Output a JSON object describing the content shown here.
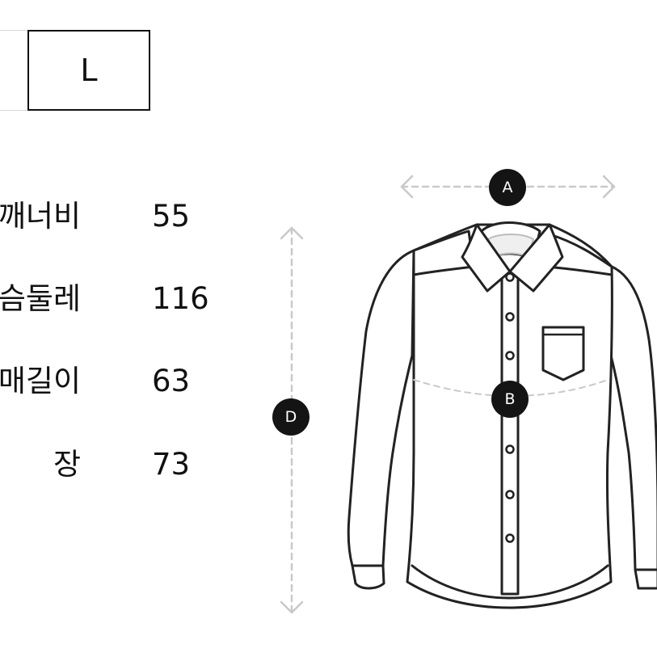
{
  "size_selector": {
    "selected": "L"
  },
  "measurements": [
    {
      "label": "깨너비",
      "value": "55"
    },
    {
      "label": "슴둘레",
      "value": "116"
    },
    {
      "label": "매길이",
      "value": "63"
    },
    {
      "label": "장",
      "value": "73"
    }
  ],
  "diagram": {
    "markers": {
      "shoulder": "A",
      "chest": "B",
      "length": "D"
    }
  },
  "colors": {
    "text": "#111111",
    "line": "#222222",
    "guide": "#c9c9c9",
    "marker_fill": "#141414",
    "marker_text": "#ffffff"
  },
  "icons": {
    "arrows": "double-headed-arrow-icon",
    "garment": "shirt-icon"
  }
}
